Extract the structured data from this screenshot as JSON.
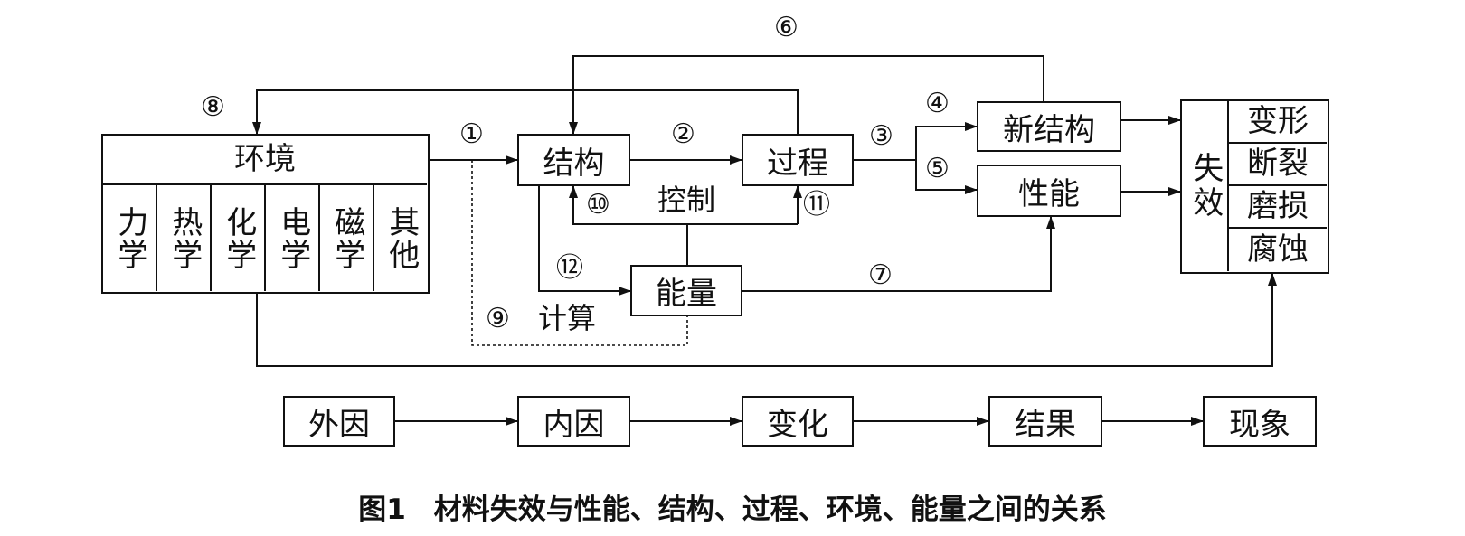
{
  "environment": {
    "title": "环境",
    "fields": [
      "力学",
      "热学",
      "化学",
      "电学",
      "磁学",
      "其他"
    ]
  },
  "nodes": {
    "structure": "结构",
    "process": "过程",
    "new_structure": "新结构",
    "performance": "性能",
    "energy": "能量",
    "failure": "失效"
  },
  "failure_modes": [
    "变形",
    "断裂",
    "磨损",
    "腐蚀"
  ],
  "labels": {
    "control": "控制",
    "calculation": "计算"
  },
  "numbers": {
    "n1": "①",
    "n2": "②",
    "n3": "③",
    "n4": "④",
    "n5": "⑤",
    "n6": "⑥",
    "n7": "⑦",
    "n8": "⑧",
    "n9": "⑨",
    "n10": "⑩",
    "n11": "⑪",
    "n12": "⑫"
  },
  "bottom_chain": [
    "外因",
    "内因",
    "变化",
    "结果",
    "现象"
  ],
  "caption": "图1　材料失效与性能、结构、过程、环境、能量之间的关系"
}
